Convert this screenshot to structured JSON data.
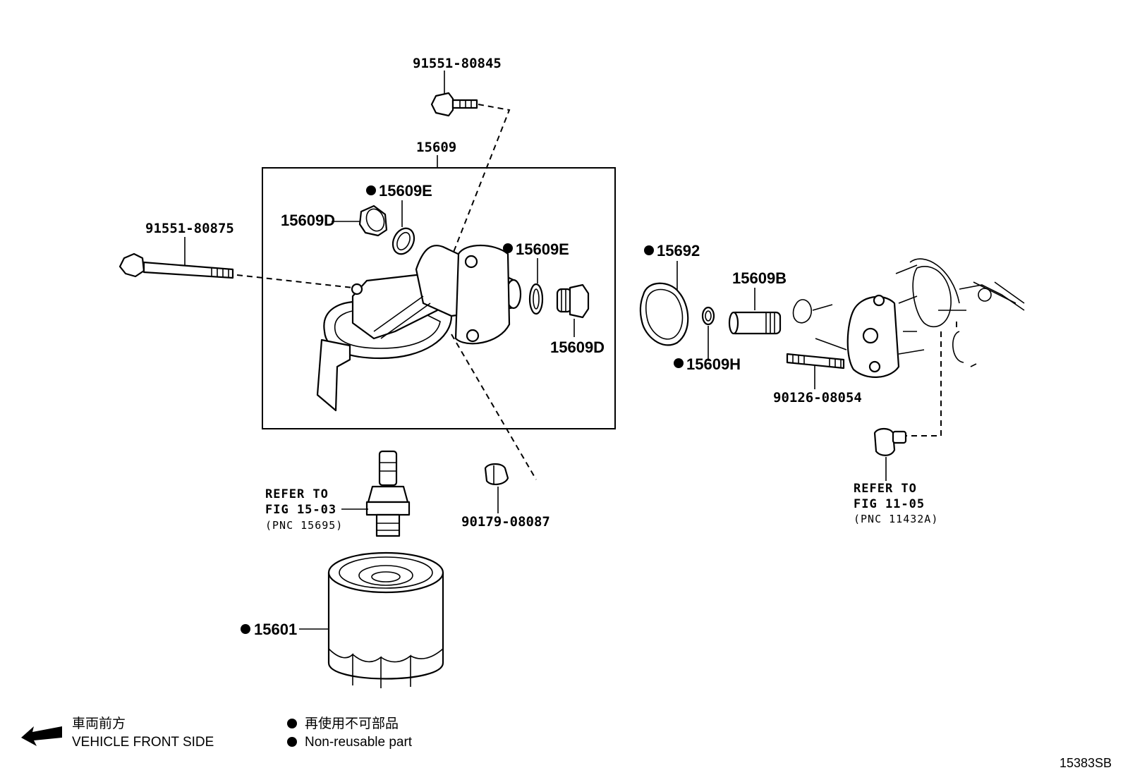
{
  "diagram_title": "",
  "figure_code": "15383SB",
  "labels": {
    "bolt_top": "91551-80845",
    "bracket_assy": "15609",
    "plug_gasket_1": "15609E",
    "plug_1": "15609D",
    "bolt_long": "91551-80875",
    "plug_gasket_2": "15609E",
    "plug_2": "15609D",
    "o_ring_large": "15692",
    "pipe": "15609B",
    "o_ring_small": "15609H",
    "stud": "90126-08054",
    "nut_plug": "90179-08087",
    "filter": "15601",
    "ref_union": [
      "REFER TO",
      "FIG 15-03",
      "(PNC 15695)"
    ],
    "ref_block": [
      "REFER TO",
      "FIG 11-05",
      "(PNC 11432A)"
    ]
  },
  "legend": {
    "direction_jp": "車両前方",
    "direction_en": "VEHICLE FRONT SIDE",
    "nonreusable_jp": "再使用不可部品",
    "nonreusable_en": "Non-reusable part"
  },
  "non_reusable_parts": [
    "15609E",
    "15692",
    "15609H",
    "15601"
  ]
}
